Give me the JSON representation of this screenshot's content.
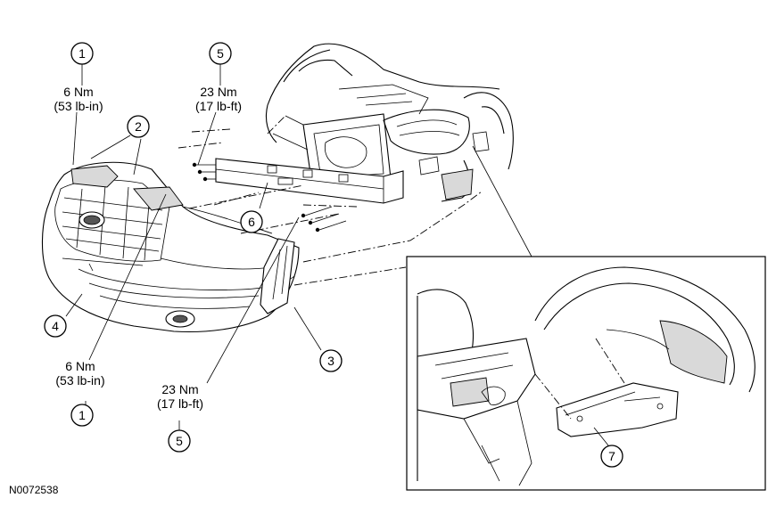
{
  "figure_id": "N0072538",
  "callouts": {
    "c1_top": "1",
    "c1_bottom": "1",
    "c2": "2",
    "c3": "3",
    "c4": "4",
    "c5_top": "5",
    "c5_bottom": "5",
    "c6": "6",
    "c7": "7"
  },
  "torque": {
    "t1_top_nm": "6 Nm",
    "t1_top_imp": "(53 lb-in)",
    "t5_top_nm": "23 Nm",
    "t5_top_imp": "(17 lb-ft)",
    "t1_bottom_nm": "6 Nm",
    "t1_bottom_imp": "(53 lb-in)",
    "t5_bottom_nm": "23 Nm",
    "t5_bottom_imp": "(17 lb-ft)"
  }
}
